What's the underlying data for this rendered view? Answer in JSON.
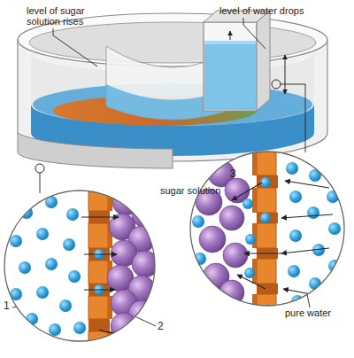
{
  "diagram": {
    "labels": [
      "level of sugar solution rises",
      "level of water drops",
      "3",
      "sugar solution",
      "1",
      "pure water",
      "2"
    ]
  }
}
